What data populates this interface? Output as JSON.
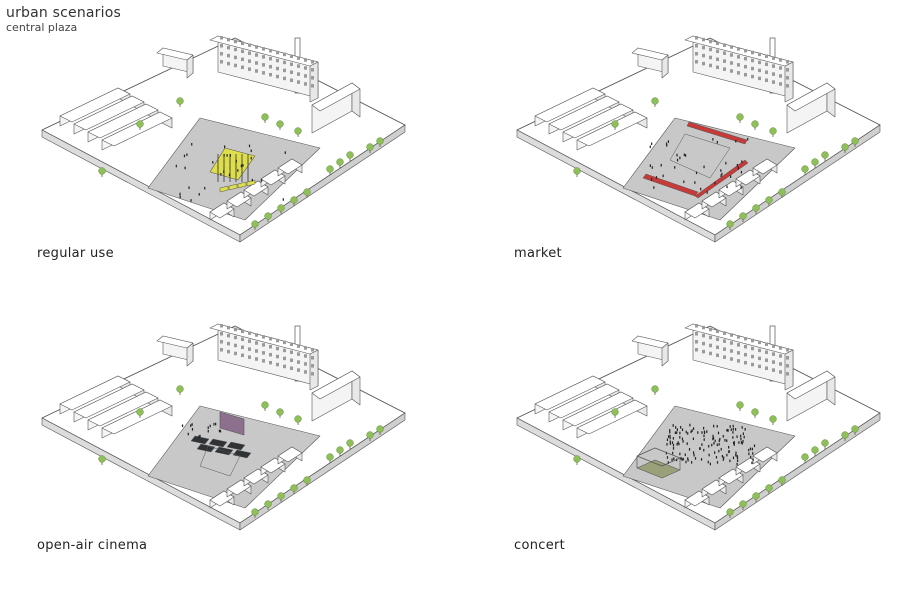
{
  "header": {
    "title": "urban scenarios",
    "subtitle": "central plaza"
  },
  "scenarios": [
    {
      "label": "regular use"
    },
    {
      "label": "market"
    },
    {
      "label": "open-air cinema"
    },
    {
      "label": "concert"
    }
  ],
  "colors": {
    "plaza": "#c8c8c8",
    "block": "#ffffff",
    "outline": "#555555",
    "tree": "#8fbf5a",
    "fountain": "#dede4a",
    "market_stalls": "#c63a3a",
    "cinema_screen": "#8d6f8e",
    "cinema_seating": "#2f3336",
    "concert_stage": "#9aa07a",
    "people": "#222222"
  }
}
